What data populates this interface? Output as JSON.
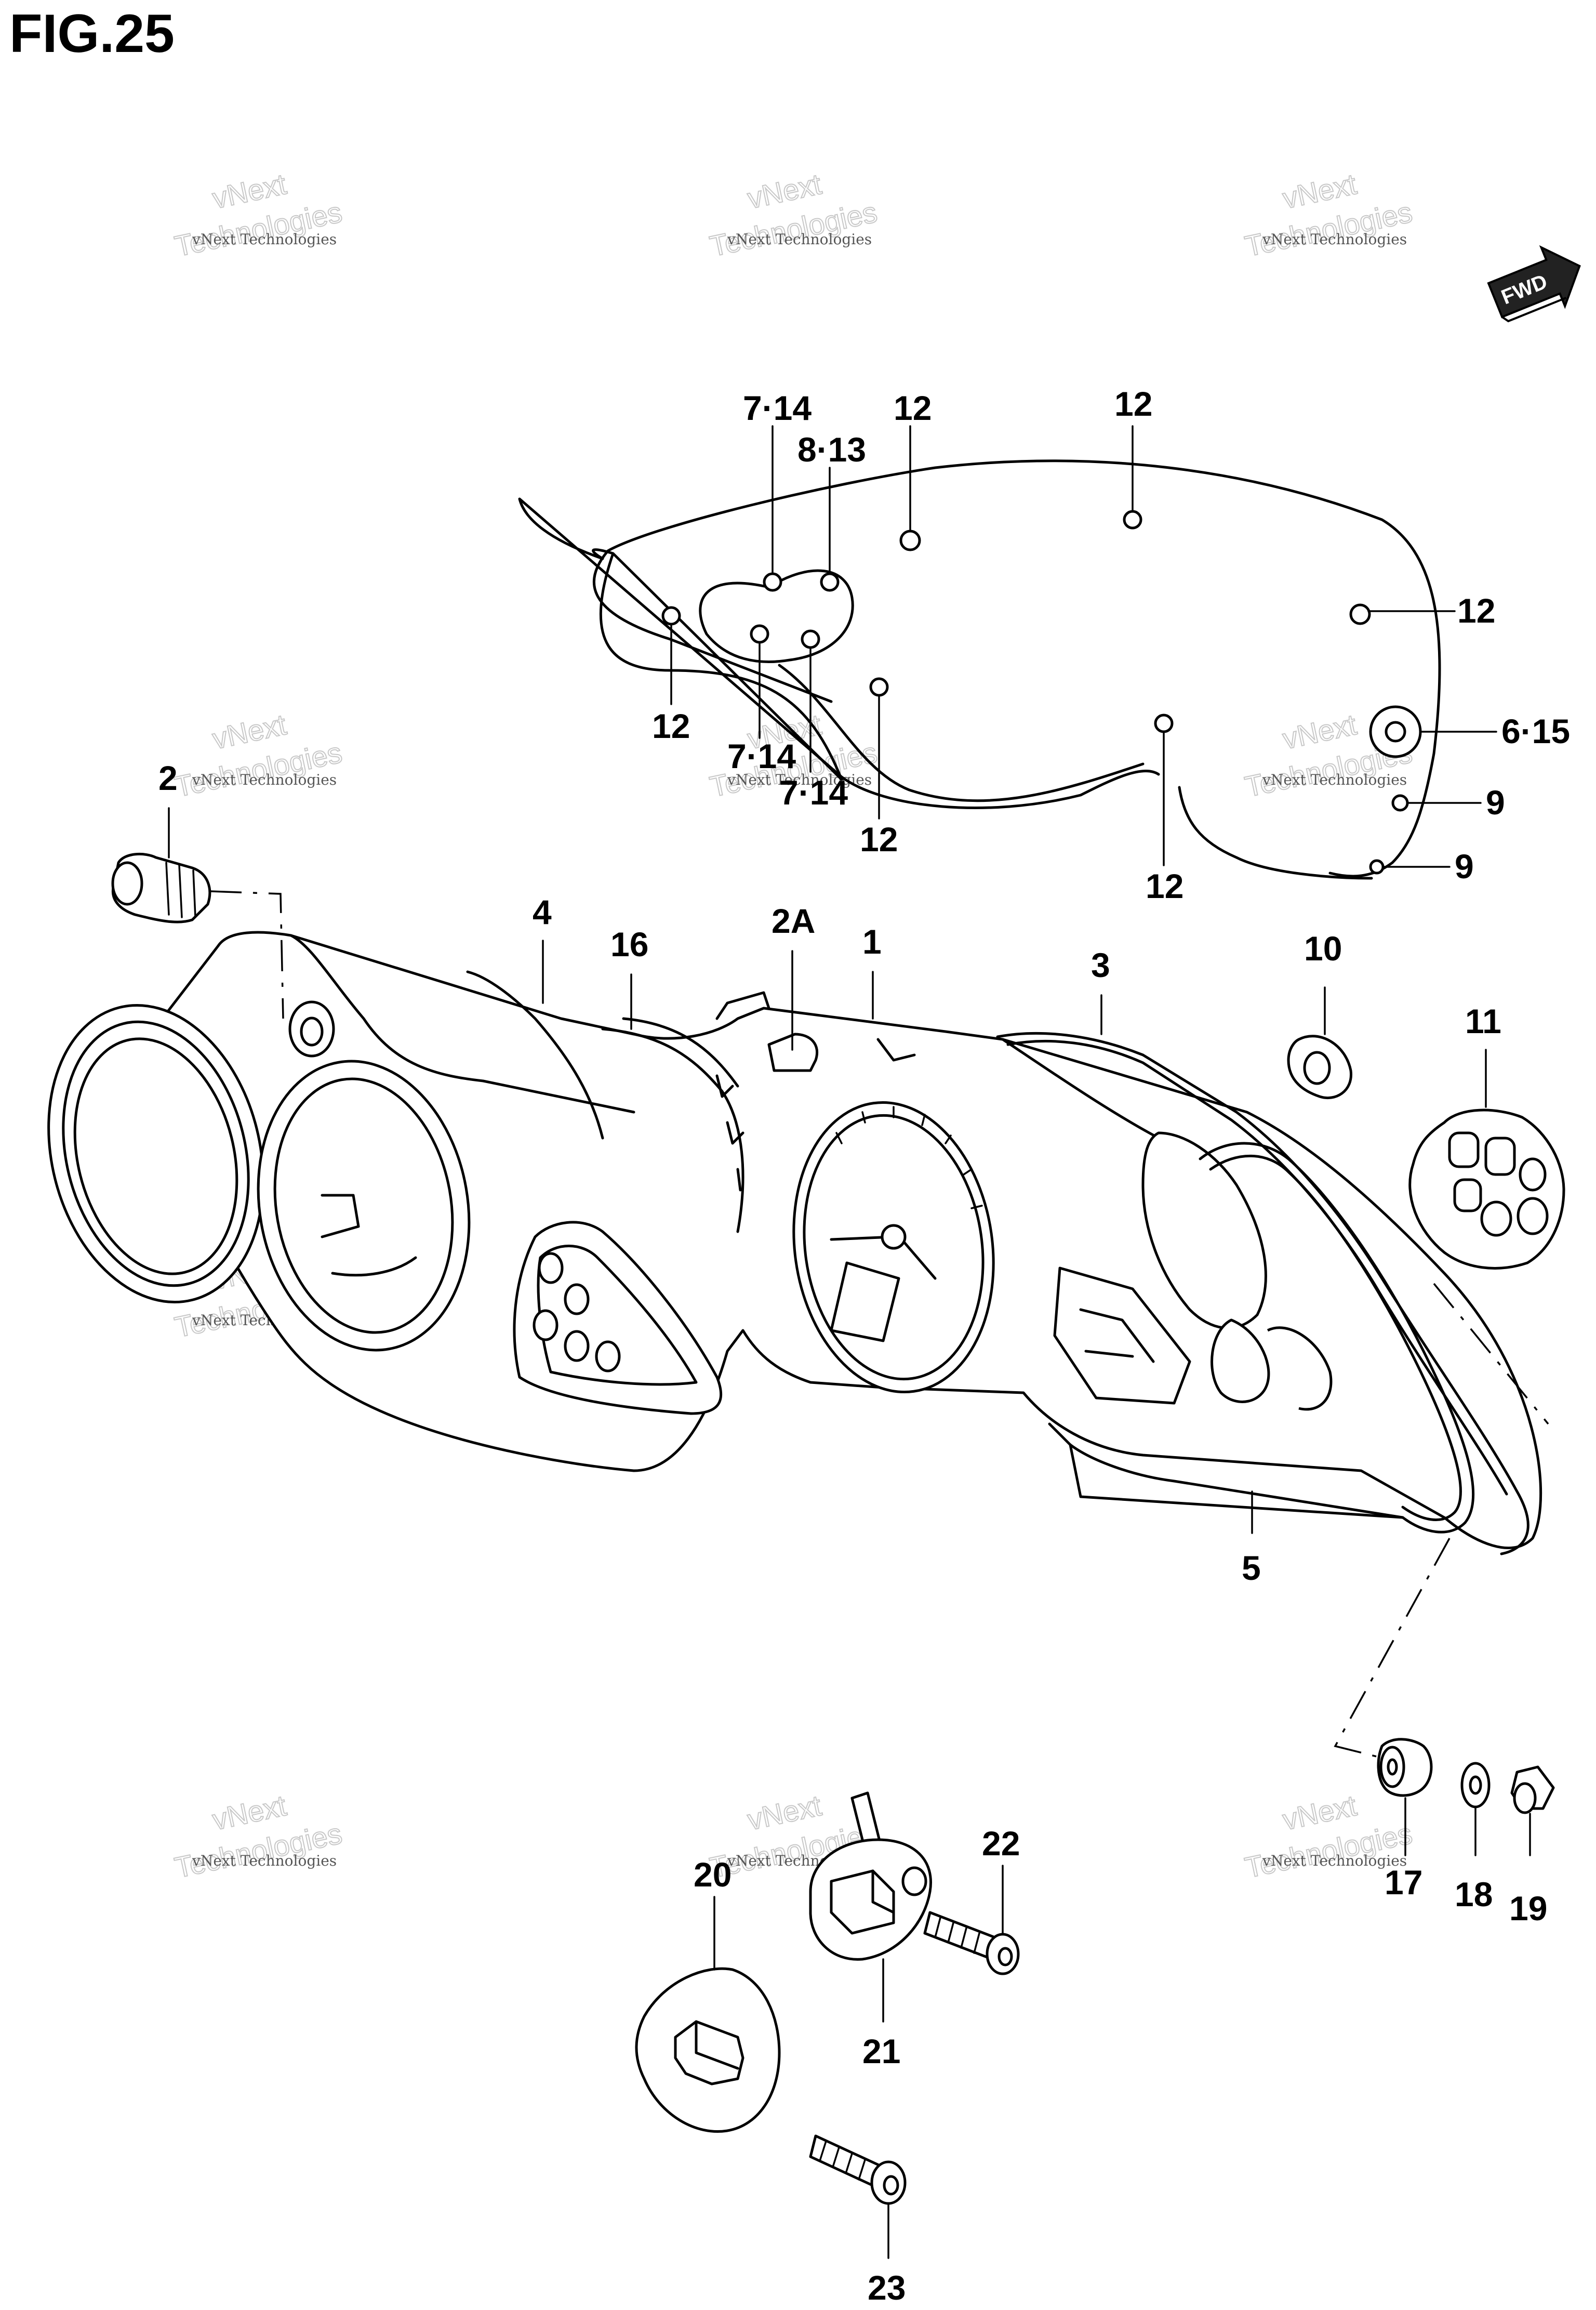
{
  "figure": {
    "title": "FIG.25"
  },
  "direction_badge": {
    "text": "FWD"
  },
  "watermark": {
    "small": "vNext Technologies",
    "large_top": "vNext",
    "large_bottom": "Technologies"
  },
  "callouts": [
    {
      "id": "c-7-14-a",
      "text": "7·14"
    },
    {
      "id": "c-8-13",
      "text": "8·13"
    },
    {
      "id": "c-12-a",
      "text": "12"
    },
    {
      "id": "c-12-b",
      "text": "12"
    },
    {
      "id": "c-12-c",
      "text": "12"
    },
    {
      "id": "c-12-d",
      "text": "12"
    },
    {
      "id": "c-7-14-b",
      "text": "7·14"
    },
    {
      "id": "c-7-14-c",
      "text": "7·14"
    },
    {
      "id": "c-12-e",
      "text": "12"
    },
    {
      "id": "c-12-f",
      "text": "12"
    },
    {
      "id": "c-6-15",
      "text": "6·15"
    },
    {
      "id": "c-9-a",
      "text": "9"
    },
    {
      "id": "c-9-b",
      "text": "9"
    },
    {
      "id": "c-2",
      "text": "2"
    },
    {
      "id": "c-4",
      "text": "4"
    },
    {
      "id": "c-16",
      "text": "16"
    },
    {
      "id": "c-2a",
      "text": "2A"
    },
    {
      "id": "c-1",
      "text": "1"
    },
    {
      "id": "c-3",
      "text": "3"
    },
    {
      "id": "c-10",
      "text": "10"
    },
    {
      "id": "c-11",
      "text": "11"
    },
    {
      "id": "c-5",
      "text": "5"
    },
    {
      "id": "c-17",
      "text": "17"
    },
    {
      "id": "c-18",
      "text": "18"
    },
    {
      "id": "c-19",
      "text": "19"
    },
    {
      "id": "c-20",
      "text": "20"
    },
    {
      "id": "c-21",
      "text": "21"
    },
    {
      "id": "c-22",
      "text": "22"
    },
    {
      "id": "c-23",
      "text": "23"
    }
  ]
}
